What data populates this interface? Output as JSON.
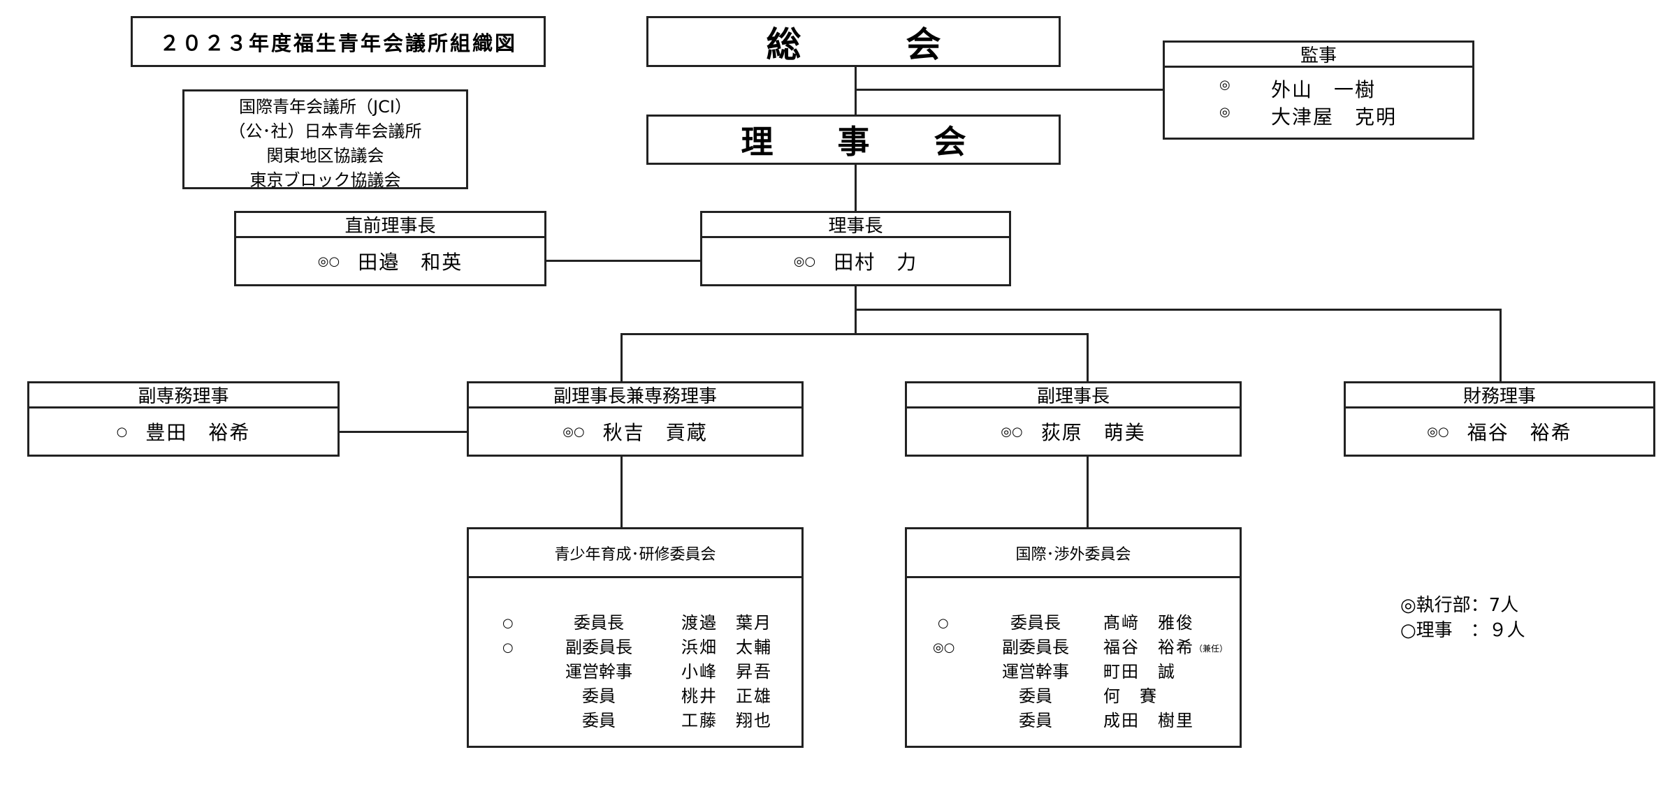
{
  "title": "２０２３年度福生青年会議所組織図",
  "affiliations": [
    "国際青年会議所（JCI）",
    "（公･社）日本青年会議所",
    "関東地区協議会",
    "東京ブロック協議会"
  ],
  "general_assembly": "総　　　会",
  "board": "理　　事　　会",
  "auditors": {
    "header": "監事",
    "members": [
      {
        "mark": "◎",
        "name": "外山　一樹"
      },
      {
        "mark": "◎",
        "name": "大津屋　克明"
      }
    ]
  },
  "past_president": {
    "header": "直前理事長",
    "mark": "◎○",
    "name": "田邉　和英"
  },
  "president": {
    "header": "理事長",
    "mark": "◎○",
    "name": "田村　力"
  },
  "vice_managing": {
    "header": "副専務理事",
    "mark": "○",
    "name": "豊田　裕希"
  },
  "vp_managing": {
    "header": "副理事長兼専務理事",
    "mark": "◎○",
    "name": "秋吉　貢蔵"
  },
  "vp": {
    "header": "副理事長",
    "mark": "◎○",
    "name": "荻原　萌美"
  },
  "treasurer": {
    "header": "財務理事",
    "mark": "◎○",
    "name": "福谷　裕希"
  },
  "committee1": {
    "title": "青少年育成･研修委員会",
    "members": [
      {
        "mark": "○",
        "role": "委員長",
        "name": "渡邉　葉月",
        "note": ""
      },
      {
        "mark": "○",
        "role": "副委員長",
        "name": "浜畑　太輔",
        "note": ""
      },
      {
        "mark": "",
        "role": "運営幹事",
        "name": "小峰　昇吾",
        "note": ""
      },
      {
        "mark": "",
        "role": "委員",
        "name": "桃井　正雄",
        "note": ""
      },
      {
        "mark": "",
        "role": "委員",
        "name": "工藤　翔也",
        "note": ""
      }
    ]
  },
  "committee2": {
    "title": "国際･渉外委員会",
    "members": [
      {
        "mark": "○",
        "role": "委員長",
        "name": "髙﨑　雅俊",
        "note": ""
      },
      {
        "mark": "◎○",
        "role": "副委員長",
        "name": "福谷　裕希",
        "note": "（兼任）"
      },
      {
        "mark": "",
        "role": "運営幹事",
        "name": "町田　誠",
        "note": ""
      },
      {
        "mark": "",
        "role": "委員",
        "name": "何　賽",
        "note": ""
      },
      {
        "mark": "",
        "role": "委員",
        "name": "成田　樹里",
        "note": ""
      }
    ]
  },
  "legend": [
    "◎執行部：7人",
    "○理事　：９人"
  ]
}
